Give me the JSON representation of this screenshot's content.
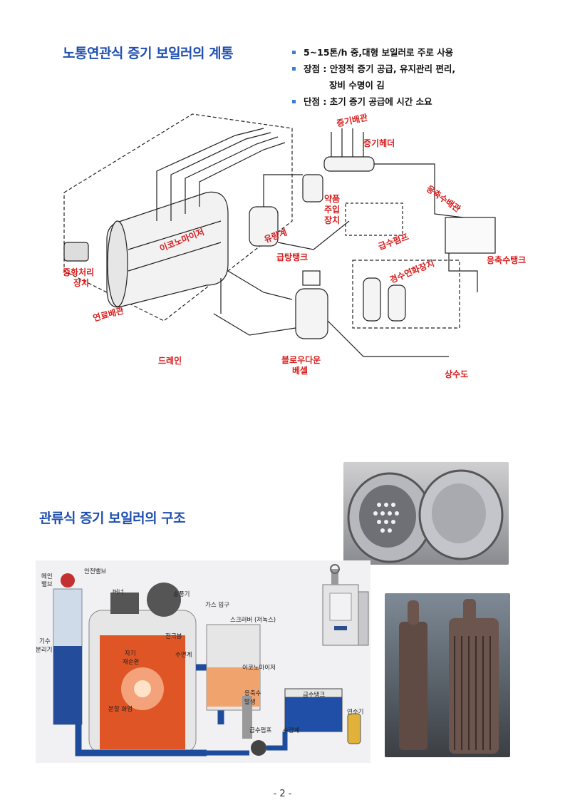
{
  "section1": {
    "title": "노통연관식 증기 보일러의 계통",
    "bullets": [
      "5~15톤/h 중,대형 보일러로 주로 사용",
      "장점 : 안정적 증기 공급, 유지관리 편리,",
      "장비 수명이 김",
      "단점 : 초기 증기 공급에 시간 소요"
    ],
    "labels": {
      "steam_pipe": "증기배관",
      "steam_header": "증기헤더",
      "chemical_1": "약품",
      "chemical_2": "주입",
      "chemical_3": "장치",
      "condensate_pipe": "응축수배관",
      "economizer": "이코노마이저",
      "neutral_1": "중화처리",
      "neutral_2": "장치",
      "flow_meter": "유량계",
      "feed_pump": "급수펌프",
      "feed_tank": "급탕탱크",
      "condensate_tank": "응축수탱크",
      "softener": "경수연화장치",
      "flue": "연료배관",
      "drain": "드레인",
      "blowdown_1": "블로우다운",
      "blowdown_2": "베셀",
      "city_water": "상수도"
    }
  },
  "section2": {
    "title": "관류식 증기 보일러의 구조",
    "labels": {
      "main_valve_1": "메인",
      "main_valve_2": "밸브",
      "safety_valve": "안전밸브",
      "burner": "버너",
      "blower": "송풍기",
      "gas_inlet": "가스 입구",
      "scrubber": "스크러버 (저녹스)",
      "electrode": "전극봉",
      "water_gauge": "수면계",
      "separator_1": "기수",
      "separator_2": "분리기",
      "self_recirc_1": "자기",
      "self_recirc_2": "재순환",
      "economizer": "이코노마이저",
      "condensate_1": "응축수",
      "condensate_2": "발생",
      "split_flame": "분할 화염",
      "feed_tank": "급수탱크",
      "softener": "연수기",
      "feed_pump": "급수펌프",
      "flow_meter": "수량계"
    }
  },
  "page_number": "- 2 -"
}
